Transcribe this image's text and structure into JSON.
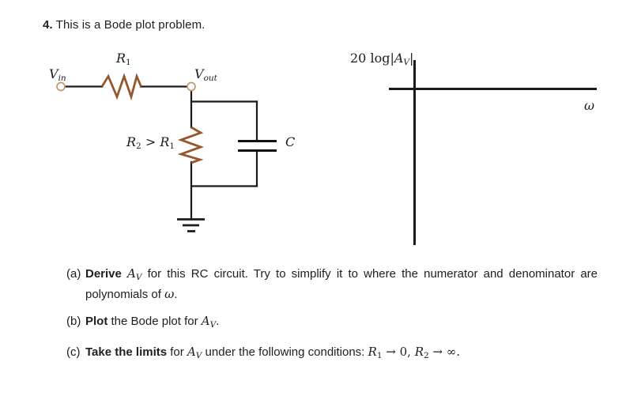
{
  "title": {
    "number": "4.",
    "text": " This is a Bode plot problem."
  },
  "circuit": {
    "labels": {
      "vin_base": "V",
      "vin_sub": "in",
      "r1_base": "R",
      "r1_sub": "1",
      "vout_base": "V",
      "vout_sub": "out",
      "r2_cond": {
        "a_base": "R",
        "a_sub": "2",
        "op": " > ",
        "b_base": "R",
        "b_sub": "1"
      },
      "capacitor": "C"
    },
    "colors": {
      "wire": "#1a1a1a",
      "resistor": "#97572e",
      "terminal": "#bf9a6f",
      "plate": "#111111"
    }
  },
  "bode_plot": {
    "y_axis_label": {
      "prefix": "20 log|",
      "var_base": "A",
      "var_sub": "V",
      "suffix": "|"
    },
    "x_axis_label": "ω",
    "axis_color": "#1a1a1a"
  },
  "questions": {
    "a": {
      "marker": "(a)",
      "bold": "Derive",
      "math_base": "A",
      "math_sub": "V",
      "line1_rest": "for this RC circuit. Try to simplify it to where the numerator and denominator are",
      "line2_pre": "polynomials of ",
      "line2_math": "ω",
      "line2_post": "."
    },
    "b": {
      "marker": "(b)",
      "bold": "Plot",
      "text": " the Bode plot for ",
      "math_base": "A",
      "math_sub": "V",
      "post": "."
    },
    "c": {
      "marker": "(c)",
      "bold": "Take the limits",
      "text_1": " for ",
      "math_base": "A",
      "math_sub": "V",
      "text_2": " under the following conditions: ",
      "lim1_base": "R",
      "lim1_sub": "1",
      "lim1_rest": " → 0, ",
      "lim2_base": "R",
      "lim2_sub": "2",
      "lim2_rest": " → ∞."
    }
  }
}
